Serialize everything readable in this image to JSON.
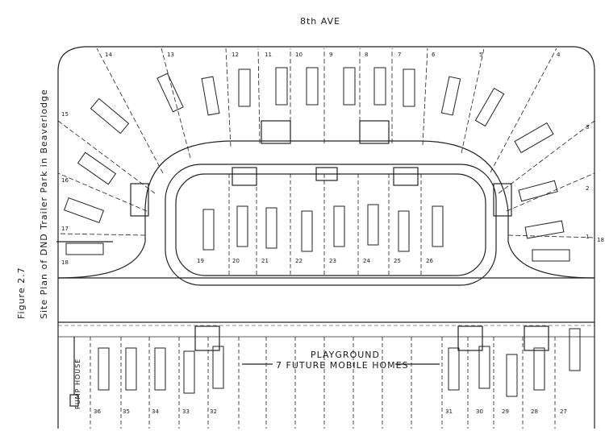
{
  "street_name": "8th AVE",
  "figure_label": "Figure 2.7",
  "caption": "Site Plan of DND Trailer Park in Beaverlodge",
  "pump_house_label": "PUMP HOUSE",
  "playground_label": "PLAYGROUND",
  "future_homes_label": "7  FUTURE MOBILE HOMES",
  "lot_numbers": {
    "arc": [
      "14",
      "13",
      "12",
      "11",
      "10",
      "9",
      "8",
      "7",
      "6",
      "5",
      "4"
    ],
    "sides": [
      "15",
      "16",
      "17",
      "18",
      "3",
      "2",
      "1"
    ],
    "edge": "18",
    "inner": [
      "19",
      "20",
      "21",
      "22",
      "23",
      "24",
      "25",
      "26"
    ],
    "bottom_left": [
      "36",
      "35",
      "34",
      "33",
      "32"
    ],
    "bottom_right": [
      "31",
      "30",
      "29",
      "28",
      "27"
    ]
  }
}
